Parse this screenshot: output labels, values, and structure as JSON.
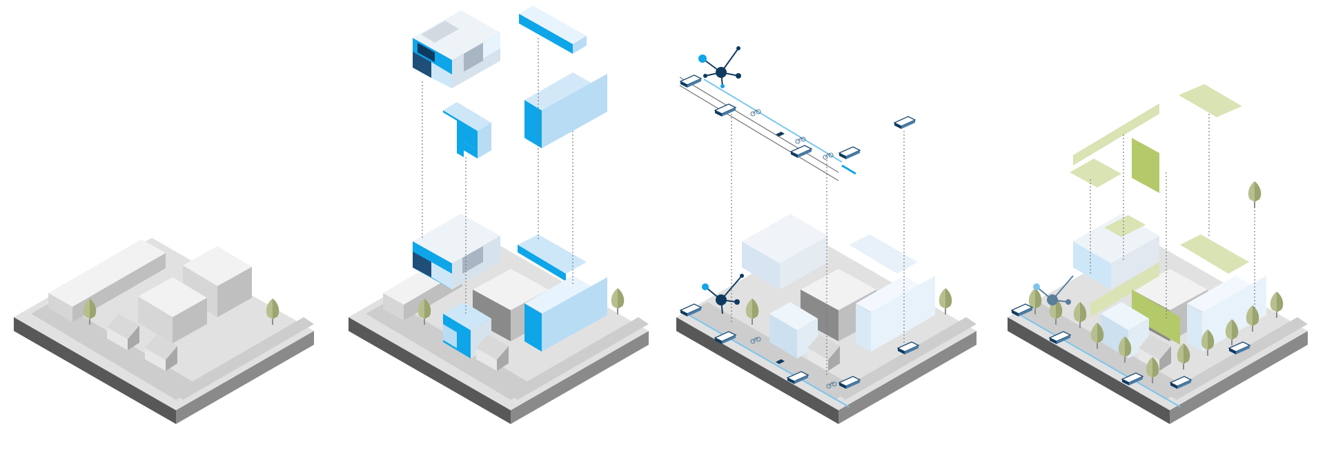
{
  "diagram": {
    "stages": [
      {
        "key": "existing",
        "label": ""
      },
      {
        "key": "new-volumes",
        "label": ""
      },
      {
        "key": "mobility-network",
        "label": ""
      },
      {
        "key": "green-spaces",
        "label": ""
      }
    ],
    "colors": {
      "background": "#ffffff",
      "slab_top": "#e1e1e1",
      "slab_left": "#585858",
      "slab_right": "#8a8a8a",
      "road": "#cdcdcd",
      "building_top": "#f2f2f2",
      "building_left": "#d6d6d6",
      "building_right": "#bfbfbf",
      "blue_bright": "#0ea5e9",
      "blue_light": "#cde7f8",
      "blue_pale": "#e8f4fd",
      "navy": "#0f3a5f",
      "green_light": "#d9e3b4",
      "green_mid": "#b4c96a",
      "tree": "#b7bf8e",
      "dash_line": "#7a7a7a"
    },
    "icons": [
      "tree-icon",
      "bus-icon",
      "tram-icon",
      "car-icon",
      "bicycle-icon",
      "network-node-icon"
    ]
  }
}
